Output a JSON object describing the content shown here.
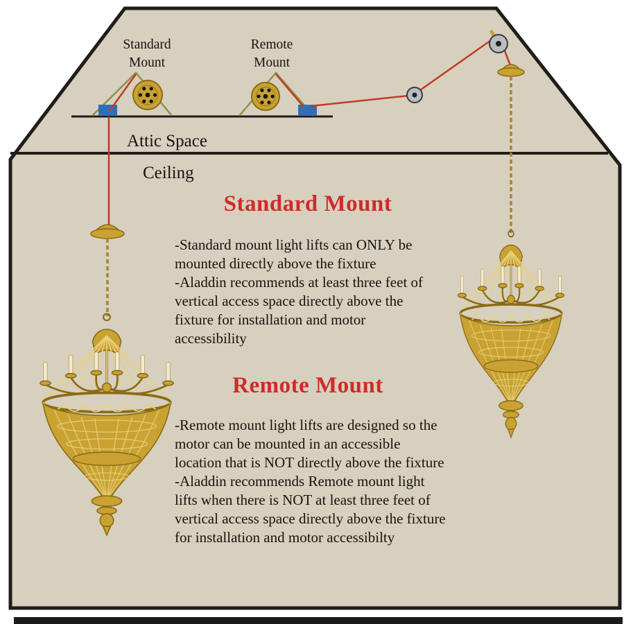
{
  "colors": {
    "page": "#ffffff",
    "bg": "#d7d0bf",
    "outline": "#201c18",
    "ink": "#17130e",
    "heading": "#cf2b28",
    "cable": "#c23a24",
    "gold": "#c9a232",
    "gold-dark": "#8a6b15",
    "gold-light": "#e8d07a",
    "blue": "#2f6fb5",
    "olive": "#8f9048",
    "pulley": "#b9bdc2",
    "bottom-bar": "#1b1b1b"
  },
  "attic": {
    "standard_label_line1": "Standard",
    "standard_label_line2": "Mount",
    "remote_label_line1": "Remote",
    "remote_label_line2": "Mount",
    "attic_space": "Attic Space",
    "ceiling": "Ceiling"
  },
  "standard_section": {
    "title": "Standard Mount",
    "bullets": [
      "-Standard mount light lifts can ONLY be mounted directly above the fixture",
      "-Aladdin recommends at least three feet of vertical access space directly above the fixture for installation and motor accessibility"
    ]
  },
  "remote_section": {
    "title": "Remote Mount",
    "bullets": [
      "-Remote mount light lifts are designed so the motor can be mounted in an accessible location that is NOT directly above the fixture",
      "-Aladdin recommends Remote mount light lifts when there is NOT at least three feet of vertical access space directly above the fixture for installation and motor accessibilty"
    ]
  }
}
